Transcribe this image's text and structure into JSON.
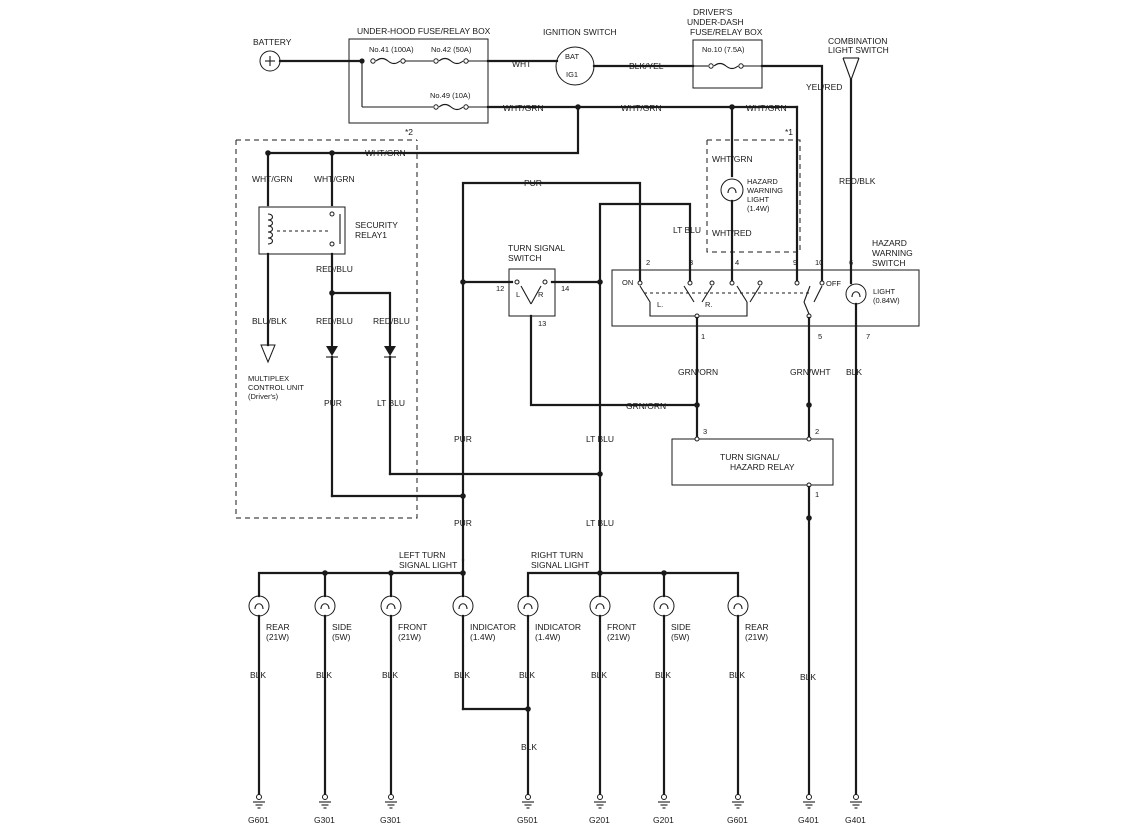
{
  "supply": {
    "battery": "BATTERY",
    "under_hood_box": "UNDER-HOOD FUSE/RELAY BOX",
    "fuse41": "No.41 (100A)",
    "fuse42": "No.42 (50A)",
    "fuse49": "No.49 (10A)",
    "ignition_switch": "IGNITION SWITCH",
    "bat": "BAT",
    "ig1": "IG1",
    "under_dash_1": "DRIVER'S",
    "under_dash_2": "UNDER-DASH",
    "under_dash_3": "FUSE/RELAY BOX",
    "fuse10": "No.10 (7.5A)",
    "combo_1": "COMBINATION",
    "combo_2": "LIGHT SWITCH"
  },
  "wires": {
    "wht": "WHT",
    "blk_yel": "BLK/YEL",
    "yel_red": "YEL/RED",
    "wht_grn": "WHT/GRN",
    "red_blk": "RED/BLK",
    "red_blu": "RED/BLU",
    "blu_blk": "BLU/BLK",
    "pur": "PUR",
    "lt_blu": "LT BLU",
    "wht_red": "WHT/RED",
    "grn_orn": "GRN/ORN",
    "grn_wht": "GRN/WHT",
    "blk": "BLK"
  },
  "notes": {
    "n1": "*1",
    "n2": "*2"
  },
  "security": {
    "relay_1": "SECURITY",
    "relay_2": "RELAY1",
    "multiplex_1": "MULTIPLEX",
    "multiplex_2": "CONTROL UNIT",
    "multiplex_3": "(Driver's)"
  },
  "turn_switch": {
    "label_1": "TURN SIGNAL",
    "label_2": "SWITCH",
    "l": "L",
    "r": "R",
    "pin12": "12",
    "pin14": "14",
    "pin13": "13"
  },
  "hazard_light": {
    "l1": "HAZARD",
    "l2": "WARNING",
    "l3": "LIGHT",
    "l4": "(1.4W)"
  },
  "hazard_switch": {
    "l1": "HAZARD",
    "l2": "WARNING",
    "l3": "SWITCH",
    "p2": "2",
    "p3": "3",
    "p4": "4",
    "p9": "9",
    "p10": "10",
    "p6": "6",
    "p1": "1",
    "p5": "5",
    "p7": "7",
    "on": "ON",
    "off": "OFF",
    "l": "L.",
    "r": "R.",
    "light_1": "LIGHT",
    "light_2": "(0.84W)"
  },
  "relay": {
    "l1": "TURN SIGNAL/",
    "l2": "HAZARD RELAY",
    "p3": "3",
    "p2": "2",
    "p1": "1"
  },
  "lamps": {
    "left_group_1": "LEFT TURN",
    "left_group_2": "SIGNAL LIGHT",
    "right_group_1": "RIGHT TURN",
    "right_group_2": "SIGNAL LIGHT",
    "items": [
      {
        "name": "REAR",
        "watt": "(21W)",
        "wire": "BLK"
      },
      {
        "name": "SIDE",
        "watt": "(5W)",
        "wire": "BLK"
      },
      {
        "name": "FRONT",
        "watt": "(21W)",
        "wire": "BLK"
      },
      {
        "name": "INDICATOR",
        "watt": "(1.4W)",
        "wire": "BLK"
      },
      {
        "name": "INDICATOR",
        "watt": "(1.4W)",
        "wire": "BLK"
      },
      {
        "name": "FRONT",
        "watt": "(21W)",
        "wire": "BLK"
      },
      {
        "name": "SIDE",
        "watt": "(5W)",
        "wire": "BLK"
      },
      {
        "name": "REAR",
        "watt": "(21W)",
        "wire": "BLK"
      }
    ]
  },
  "grounds": [
    "G601",
    "G301",
    "G301",
    "G501",
    "G201",
    "G201",
    "G601",
    "G401",
    "G401"
  ]
}
